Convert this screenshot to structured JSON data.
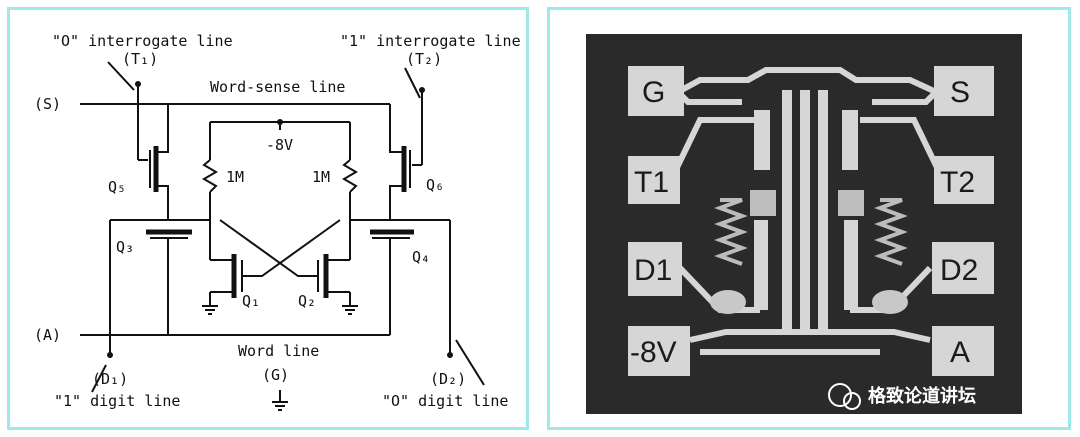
{
  "schematic": {
    "labels": {
      "interrogate_0": "\"O\" interrogate line",
      "t1": "(T₁)",
      "interrogate_1": "\"1\" interrogate line",
      "t2": "(T₂)",
      "s": "(S)",
      "word_sense": "Word-sense line",
      "minus8v": "-8V",
      "r1": "1M",
      "r2": "1M",
      "q5": "Q₅",
      "q6": "Q₆",
      "q3": "Q₃",
      "q4": "Q₄",
      "q1": "Q₁",
      "q2": "Q₂",
      "a": "(A)",
      "word_line": "Word line",
      "g": "(G)",
      "d1": "(D₁)",
      "d2": "(D₂)",
      "digit_1": "\"1\" digit line",
      "digit_0": "\"O\" digit line"
    }
  },
  "photo": {
    "pads": {
      "g": "G",
      "s": "S",
      "t1": "T1",
      "t2": "T2",
      "d1": "D1",
      "d2": "D2",
      "v": "-8V",
      "a": "A"
    },
    "watermark": "格致论道讲坛",
    "colors": {
      "background": "#2a2a2a",
      "metal": "#d6d6d6"
    }
  }
}
